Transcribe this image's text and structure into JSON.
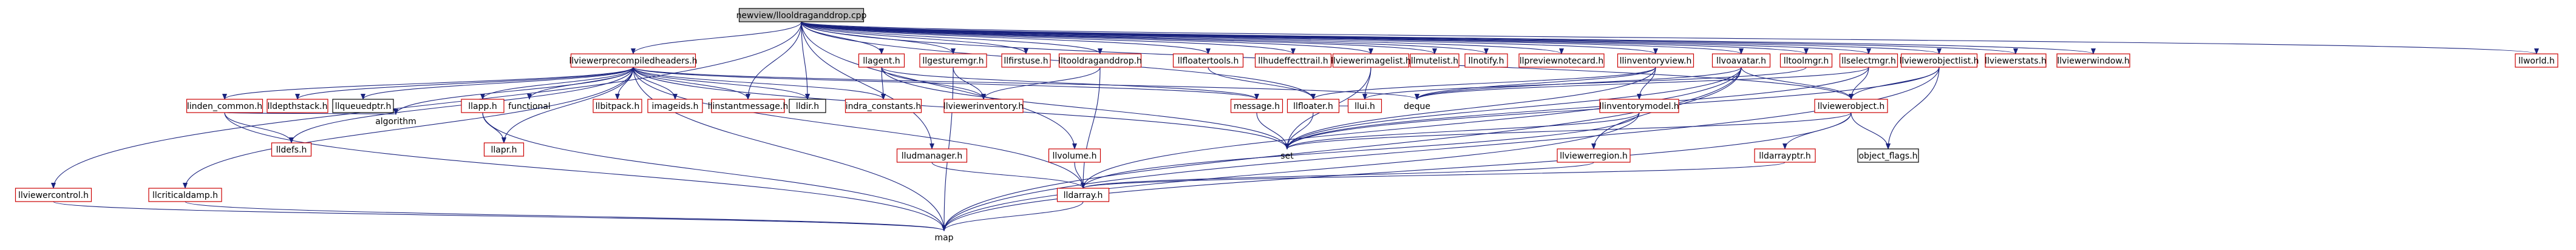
{
  "diagram": {
    "type": "include-dependency-graph",
    "colors": {
      "edge": "#1a237e",
      "documented_border": "#cc0000",
      "undocumented_border": "#000000",
      "root_fill": "#bfbfbf"
    },
    "nodes": [
      {
        "id": "root",
        "label": "newview/llooldraganddrop.cpp",
        "kind": "root"
      },
      {
        "id": "vprec",
        "label": "llviewerprecompiledheaders.h",
        "kind": "red"
      },
      {
        "id": "agent",
        "label": "llagent.h",
        "kind": "red"
      },
      {
        "id": "gesture",
        "label": "llgesturemgr.h",
        "kind": "red"
      },
      {
        "id": "lltrans",
        "label": "llfirstuse.h",
        "kind": "red"
      },
      {
        "id": "tooldrag",
        "label": "lltooldraganddrop.h",
        "kind": "red"
      },
      {
        "id": "floatertools",
        "label": "llfloatertools.h",
        "kind": "red"
      },
      {
        "id": "hud",
        "label": "llhudeffecttrail.h",
        "kind": "red"
      },
      {
        "id": "imagelist",
        "label": "llviewerimagelist.h",
        "kind": "red"
      },
      {
        "id": "mutelist",
        "label": "llmutelist.h",
        "kind": "red"
      },
      {
        "id": "notify",
        "label": "llnotify.h",
        "kind": "red"
      },
      {
        "id": "previewnotecard",
        "label": "llpreviewnotecard.h",
        "kind": "red"
      },
      {
        "id": "invview",
        "label": "llinventoryview.h",
        "kind": "red"
      },
      {
        "id": "voavatar",
        "label": "llvoavatar.h",
        "kind": "red"
      },
      {
        "id": "toolmgr",
        "label": "lltoolmgr.h",
        "kind": "red"
      },
      {
        "id": "selectmgr",
        "label": "llselectmgr.h",
        "kind": "red"
      },
      {
        "id": "vobjlist",
        "label": "llviewerobjectlist.h",
        "kind": "red"
      },
      {
        "id": "vstats",
        "label": "llviewerstats.h",
        "kind": "red"
      },
      {
        "id": "vwindow",
        "label": "llviewerwindow.h",
        "kind": "red"
      },
      {
        "id": "world",
        "label": "llworld.h",
        "kind": "red"
      },
      {
        "id": "lineden",
        "label": "linden_common.h",
        "kind": "red"
      },
      {
        "id": "depthstack",
        "label": "lldepthstack.h",
        "kind": "red"
      },
      {
        "id": "queueptr",
        "label": "llqueuedptr.h",
        "kind": "black"
      },
      {
        "id": "defs",
        "label": "lldefs.h",
        "kind": "red"
      },
      {
        "id": "algorithm",
        "label": "algorithm",
        "kind": "none"
      },
      {
        "id": "llapp",
        "label": "llapp.h",
        "kind": "red"
      },
      {
        "id": "functional",
        "label": "functional",
        "kind": "none"
      },
      {
        "id": "bitpack",
        "label": "llbitpack.h",
        "kind": "red"
      },
      {
        "id": "imageids",
        "label": "imageids.h",
        "kind": "red"
      },
      {
        "id": "instantmsg",
        "label": "llinstantmessage.h",
        "kind": "red"
      },
      {
        "id": "llstr",
        "label": "lldir.h",
        "kind": "black"
      },
      {
        "id": "indraconst",
        "label": "indra_constants.h",
        "kind": "red"
      },
      {
        "id": "vinventory",
        "label": "llviewerinventory.h",
        "kind": "red"
      },
      {
        "id": "message",
        "label": "message.h",
        "kind": "red"
      },
      {
        "id": "floater",
        "label": "llfloater.h",
        "kind": "red"
      },
      {
        "id": "llui",
        "label": "llui.h",
        "kind": "red"
      },
      {
        "id": "deque",
        "label": "deque",
        "kind": "none"
      },
      {
        "id": "invmodel",
        "label": "llinventorymodel.h",
        "kind": "red"
      },
      {
        "id": "vobject",
        "label": "llviewerobject.h",
        "kind": "red"
      },
      {
        "id": "llapr",
        "label": "llapr.h",
        "kind": "red"
      },
      {
        "id": "set",
        "label": "set",
        "kind": "none"
      },
      {
        "id": "vregion",
        "label": "llviewerregion.h",
        "kind": "red"
      },
      {
        "id": "darrayptr",
        "label": "lldarrayptr.h",
        "kind": "red"
      },
      {
        "id": "objflags",
        "label": "object_flags.h",
        "kind": "black"
      },
      {
        "id": "udpmgr",
        "label": "lludmanager.h",
        "kind": "red"
      },
      {
        "id": "volume",
        "label": "llvolume.h",
        "kind": "red"
      },
      {
        "id": "vcontrol",
        "label": "llviewercontrol.h",
        "kind": "red"
      },
      {
        "id": "critdamp",
        "label": "llcriticaldamp.h",
        "kind": "red"
      },
      {
        "id": "darray",
        "label": "lldarray.h",
        "kind": "red"
      },
      {
        "id": "map",
        "label": "map",
        "kind": "none"
      }
    ],
    "edges": [
      [
        "root",
        "vprec"
      ],
      [
        "root",
        "agent"
      ],
      [
        "root",
        "gesture"
      ],
      [
        "root",
        "lltrans"
      ],
      [
        "root",
        "tooldrag"
      ],
      [
        "root",
        "floatertools"
      ],
      [
        "root",
        "hud"
      ],
      [
        "root",
        "imagelist"
      ],
      [
        "root",
        "mutelist"
      ],
      [
        "root",
        "notify"
      ],
      [
        "root",
        "previewnotecard"
      ],
      [
        "root",
        "invview"
      ],
      [
        "root",
        "voavatar"
      ],
      [
        "root",
        "toolmgr"
      ],
      [
        "root",
        "selectmgr"
      ],
      [
        "root",
        "vobjlist"
      ],
      [
        "root",
        "vstats"
      ],
      [
        "root",
        "vwindow"
      ],
      [
        "root",
        "world"
      ],
      [
        "root",
        "vcontrol"
      ],
      [
        "root",
        "instantmsg"
      ],
      [
        "root",
        "llstr"
      ],
      [
        "root",
        "udpmgr"
      ],
      [
        "root",
        "volume"
      ],
      [
        "root",
        "vobject"
      ],
      [
        "root",
        "floater"
      ],
      [
        "vprec",
        "lineden"
      ],
      [
        "vprec",
        "depthstack"
      ],
      [
        "vprec",
        "queueptr"
      ],
      [
        "vprec",
        "defs"
      ],
      [
        "vprec",
        "algorithm"
      ],
      [
        "vprec",
        "llapp"
      ],
      [
        "vprec",
        "functional"
      ],
      [
        "vprec",
        "bitpack"
      ],
      [
        "vprec",
        "imageids"
      ],
      [
        "vprec",
        "instantmsg"
      ],
      [
        "vprec",
        "llstr"
      ],
      [
        "vprec",
        "indraconst"
      ],
      [
        "vprec",
        "message"
      ],
      [
        "vprec",
        "deque"
      ],
      [
        "vprec",
        "set"
      ],
      [
        "vprec",
        "llapr"
      ],
      [
        "vprec",
        "critdamp"
      ],
      [
        "vprec",
        "darray"
      ],
      [
        "vprec",
        "map"
      ],
      [
        "lineden",
        "defs"
      ],
      [
        "lineden",
        "algorithm"
      ],
      [
        "lineden",
        "map"
      ],
      [
        "llapp",
        "llapr"
      ],
      [
        "llapp",
        "map"
      ],
      [
        "agent",
        "vinventory"
      ],
      [
        "agent",
        "indraconst"
      ],
      [
        "agent",
        "message"
      ],
      [
        "agent",
        "set"
      ],
      [
        "gesture",
        "map"
      ],
      [
        "gesture",
        "vinventory"
      ],
      [
        "tooldrag",
        "vinventory"
      ],
      [
        "tooldrag",
        "darray"
      ],
      [
        "floatertools",
        "floater"
      ],
      [
        "imagelist",
        "llui"
      ],
      [
        "imagelist",
        "set"
      ],
      [
        "invview",
        "deque"
      ],
      [
        "invview",
        "set"
      ],
      [
        "invview",
        "invmodel"
      ],
      [
        "invview",
        "floater"
      ],
      [
        "voavatar",
        "map"
      ],
      [
        "voavatar",
        "set"
      ],
      [
        "voavatar",
        "vobject"
      ],
      [
        "voavatar",
        "vregion"
      ],
      [
        "voavatar",
        "deque"
      ],
      [
        "voavatar",
        "darray"
      ],
      [
        "toolmgr",
        "llui"
      ],
      [
        "selectmgr",
        "vobject"
      ],
      [
        "selectmgr",
        "deque"
      ],
      [
        "selectmgr",
        "set"
      ],
      [
        "vobjlist",
        "map"
      ],
      [
        "vobjlist",
        "vobject"
      ],
      [
        "vobjlist",
        "set"
      ],
      [
        "vobjlist",
        "objflags"
      ],
      [
        "invmodel",
        "map"
      ],
      [
        "invmodel",
        "set"
      ],
      [
        "invmodel",
        "darray"
      ],
      [
        "vobject",
        "map"
      ],
      [
        "vobject",
        "darrayptr"
      ],
      [
        "vobject",
        "objflags"
      ],
      [
        "vobject",
        "set"
      ],
      [
        "vregion",
        "darray"
      ],
      [
        "darrayptr",
        "darray"
      ],
      [
        "udpmgr",
        "darray"
      ],
      [
        "volume",
        "darray"
      ],
      [
        "floater",
        "llui"
      ],
      [
        "floater",
        "set"
      ],
      [
        "message",
        "set"
      ],
      [
        "vcontrol",
        "map"
      ],
      [
        "critdamp",
        "map"
      ],
      [
        "darray",
        "map"
      ]
    ]
  }
}
